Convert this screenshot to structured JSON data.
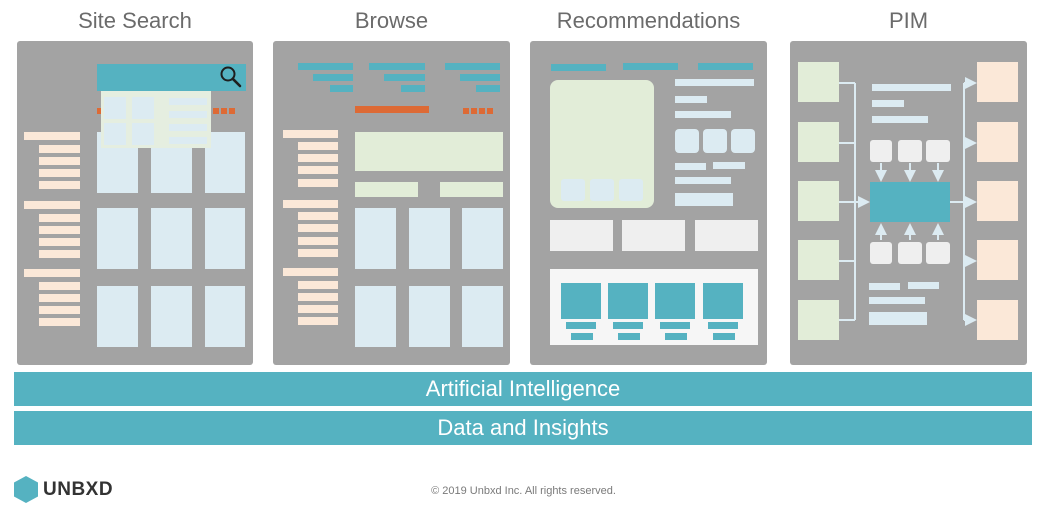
{
  "columns": {
    "site_search": "Site Search",
    "browse": "Browse",
    "recommendations": "Recommendations",
    "pim": "PIM"
  },
  "bands": {
    "ai": "Artificial Intelligence",
    "data": "Data and Insights"
  },
  "footer": {
    "brand": "UNBXD",
    "copyright": "© 2019 Unbxd Inc. All rights reserved."
  },
  "icons": {
    "search": "magnifier-icon",
    "logo": "hexagon-logo-icon"
  },
  "colors": {
    "panel": "#a3a3a3",
    "teal": "#55b2c1",
    "peach": "#fbe8d8",
    "light_blue": "#dcebf2",
    "orange": "#dd6a35",
    "light_green": "#e2edd8"
  }
}
